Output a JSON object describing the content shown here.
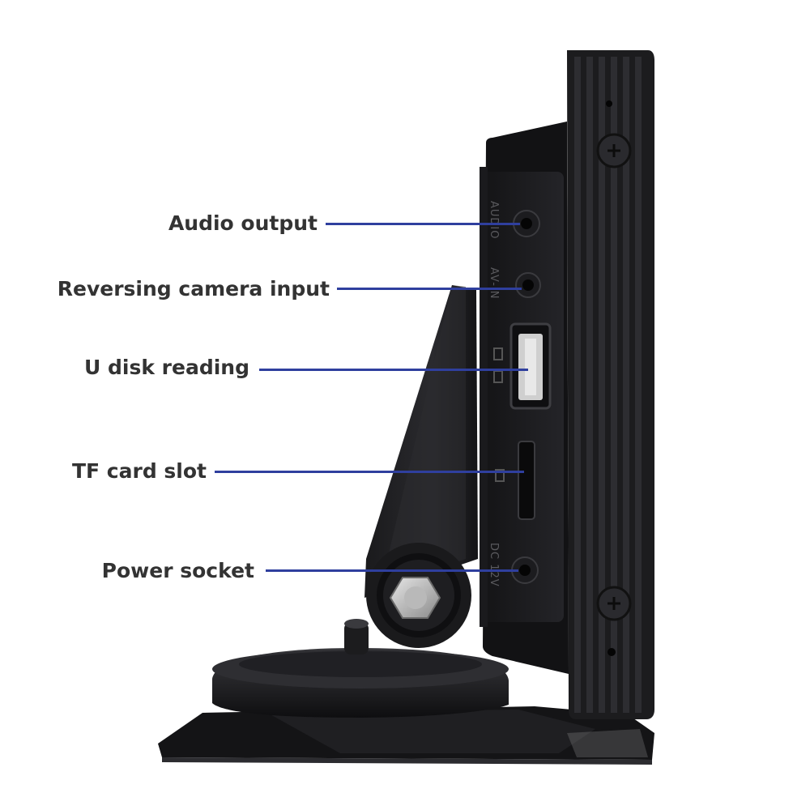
{
  "colors": {
    "leader_line": "#2f3f9e",
    "label_text": "#333333",
    "device_body": "#1c1c1e",
    "background": "#ffffff"
  },
  "device": {
    "port_markings": {
      "audio": "AUDIO",
      "av_in": "AV-IN",
      "dc": "DC 12V"
    }
  },
  "callouts": [
    {
      "label": "Audio output"
    },
    {
      "label": "Reversing camera input"
    },
    {
      "label": "U disk reading"
    },
    {
      "label": "TF card slot"
    },
    {
      "label": "Power socket"
    }
  ]
}
